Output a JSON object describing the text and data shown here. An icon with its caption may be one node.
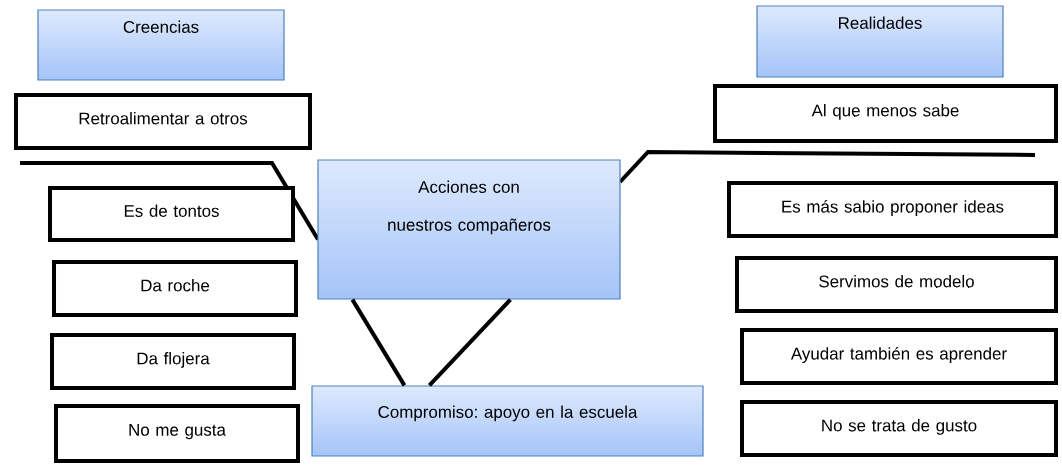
{
  "diagram": {
    "nodes": [
      {
        "text": [
          "Creencias"
        ]
      },
      {
        "text": [
          "Realidades"
        ]
      },
      {
        "text": [
          "Retroalimentar a otros"
        ]
      },
      {
        "text": [
          "Al que menos sabe"
        ]
      },
      {
        "text": [
          "Acciones con nuestros compañeros"
        ]
      },
      {
        "text": [
          "Es de tontos"
        ]
      },
      {
        "text": [
          "Es más sabio proponer ideas"
        ]
      },
      {
        "text": [
          "Da roche"
        ]
      },
      {
        "text": [
          "Servimos de modelo"
        ]
      },
      {
        "text": [
          "Da flojera"
        ]
      },
      {
        "text": [
          "Ayudar también es aprender"
        ]
      },
      {
        "text": [
          "No me gusta"
        ]
      },
      {
        "text": [
          "Compromiso: apoyo en la escuela"
        ]
      },
      {
        "text": [
          "No se trata de gusto"
        ]
      }
    ],
    "edges": [
      {
        "from": 12,
        "to": 4,
        "arrow": "none"
      },
      {
        "from": 12,
        "to": 4,
        "arrow": "none"
      }
    ]
  }
}
